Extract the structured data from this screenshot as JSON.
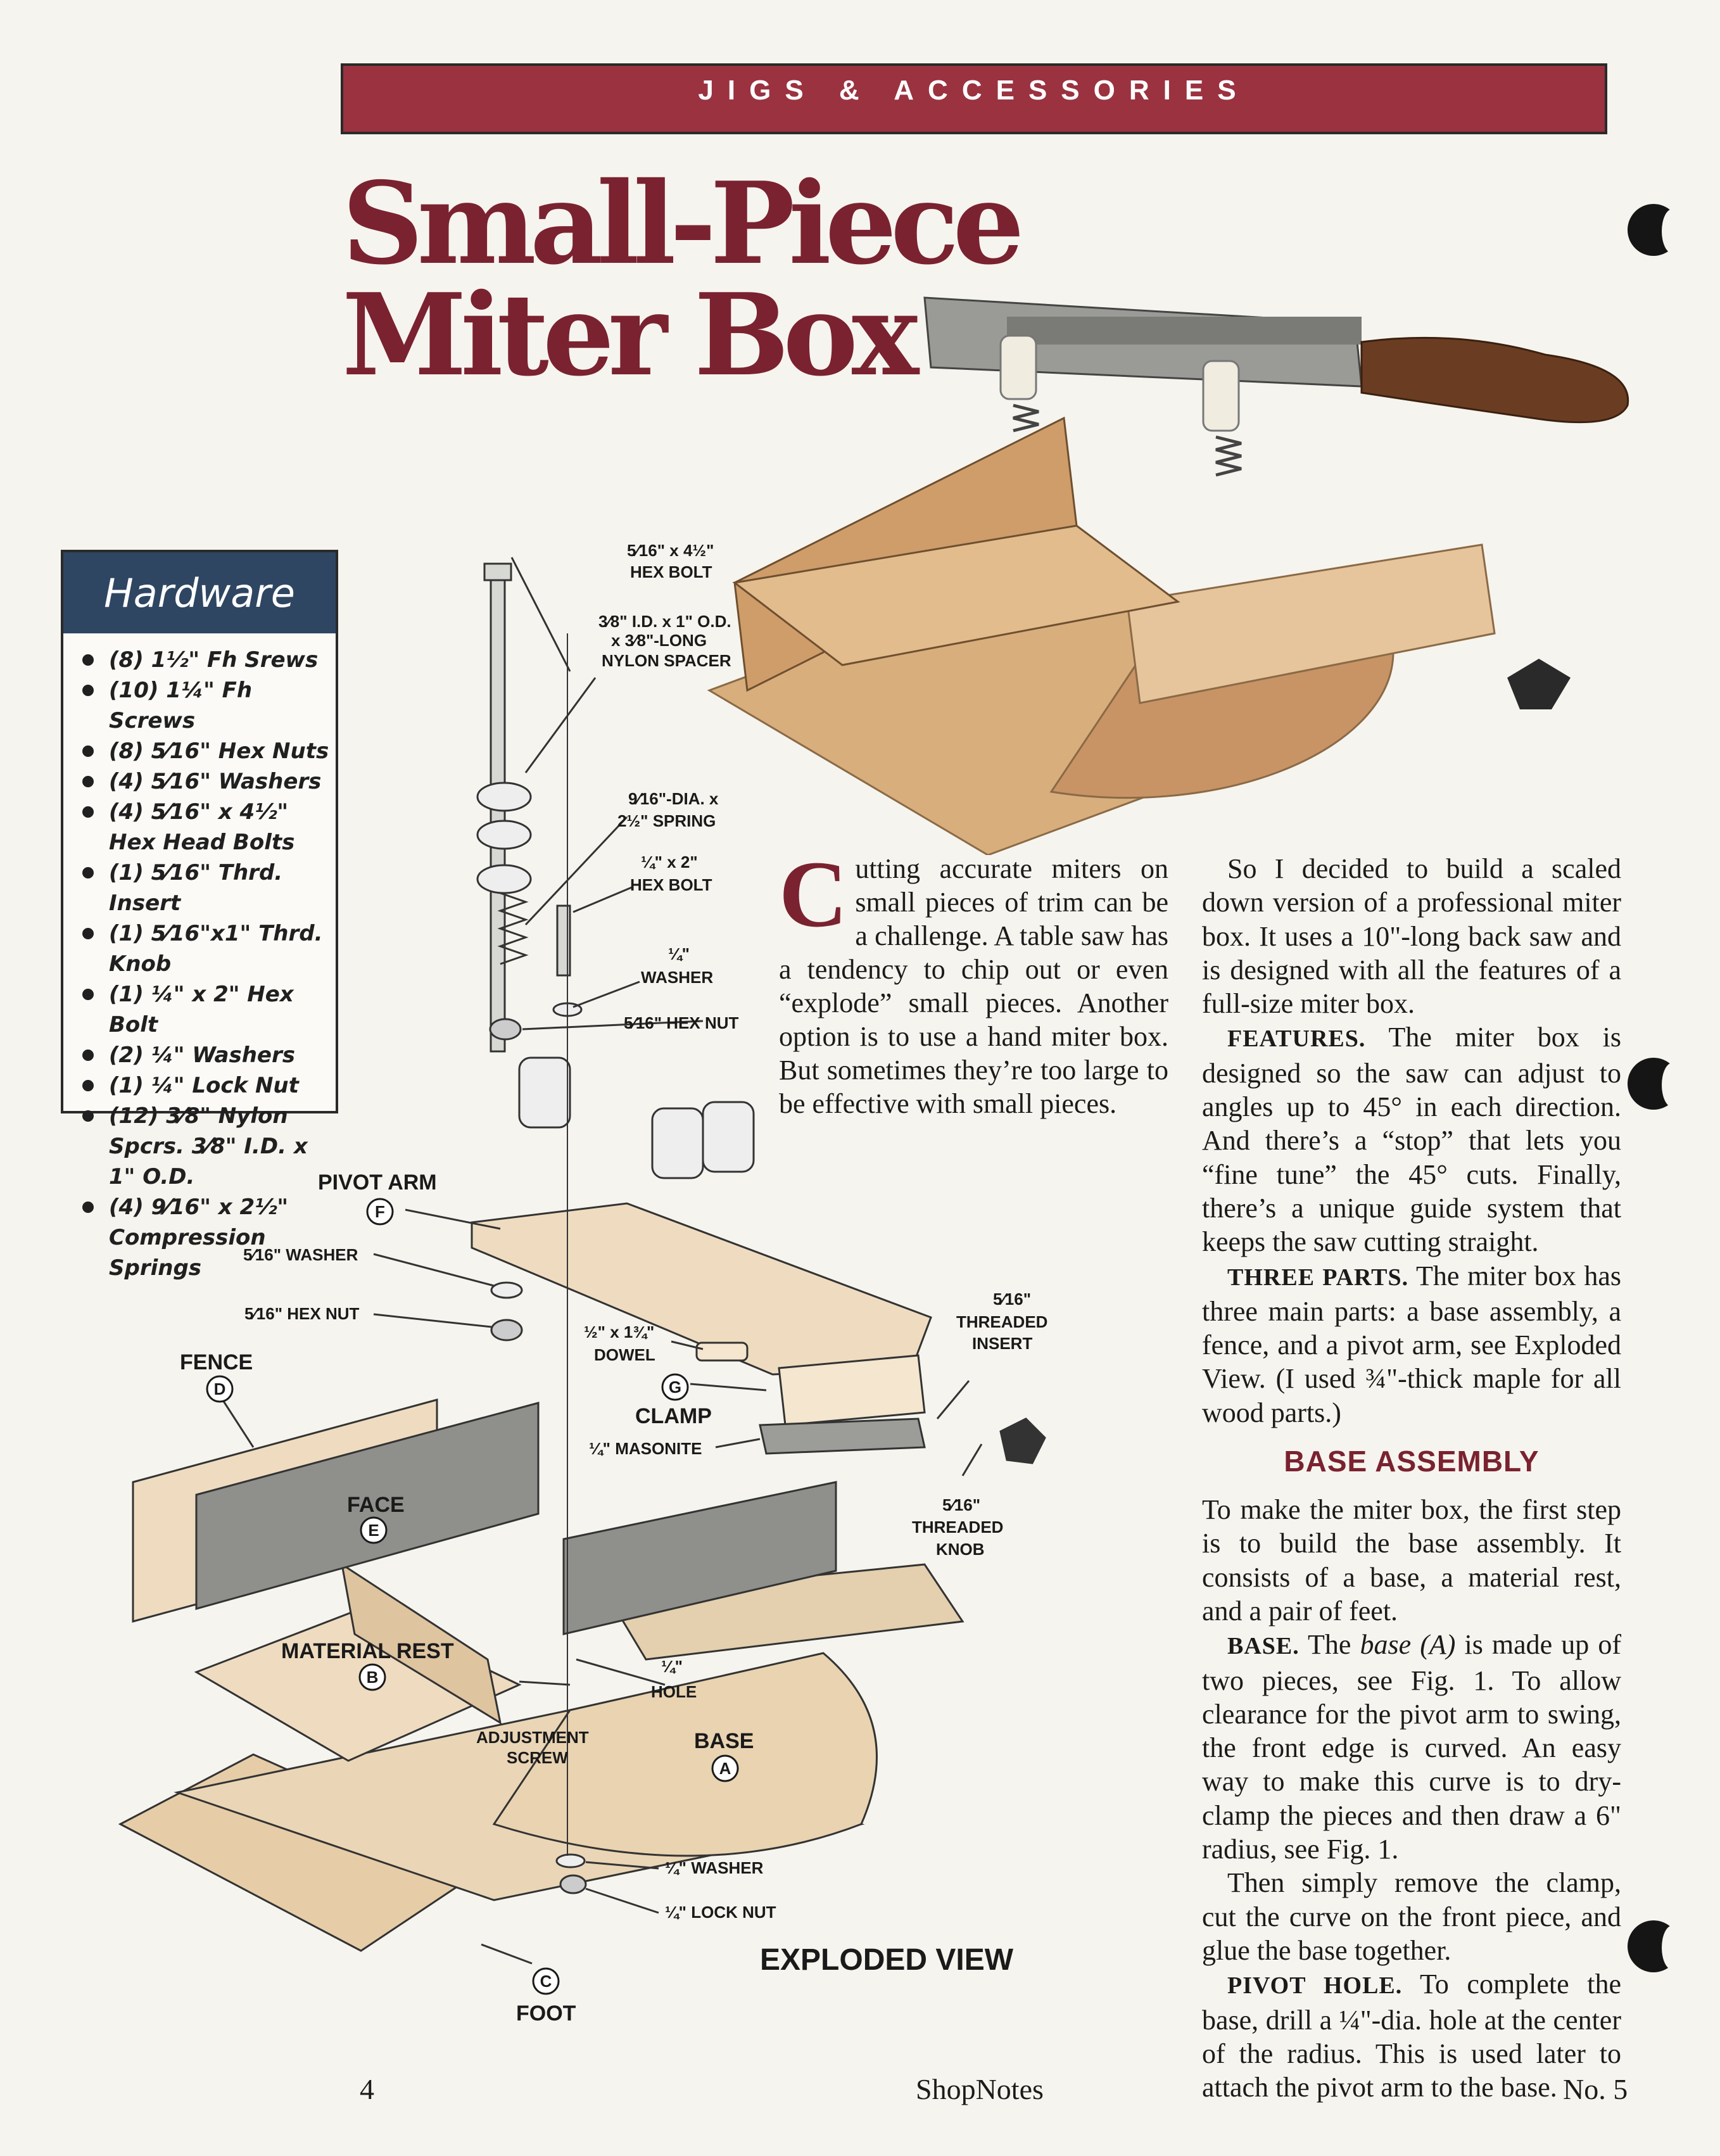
{
  "header": {
    "section": "JIGS & ACCESSORIES"
  },
  "title": {
    "line1": "Small-Piece",
    "line2": "Miter Box"
  },
  "hardware": {
    "heading": "Hardware",
    "items": [
      "(8) 1½\" Fh Srews",
      "(10) 1¼\" Fh Screws",
      "(8) 5⁄16\" Hex Nuts",
      "(4) 5⁄16\" Washers",
      "(4) 5⁄16\" x 4½\" Hex Head Bolts",
      "(1) 5⁄16\" Thrd. Insert",
      "(1) 5⁄16\"x1\" Thrd. Knob",
      "(1) ¼\" x 2\" Hex Bolt",
      "(2) ¼\" Washers",
      "(1) ¼\" Lock Nut",
      "(12) 3⁄8\" Nylon Spcrs. 3⁄8\" I.D. x 1\" O.D.",
      "(4) 9⁄16\" x 2½\" Compression Springs"
    ]
  },
  "diagram": {
    "caption": "EXPLODED VIEW",
    "labels": {
      "hex_bolt_a": "5⁄16\" x 4½\"",
      "hex_bolt_b": "HEX BOLT",
      "spacer_a": "3⁄8\" I.D. x 1\" O.D.",
      "spacer_b": "x 3⁄8\"-LONG",
      "spacer_c": "NYLON SPACER",
      "spring_a": "9⁄16\"-DIA. x",
      "spring_b": "2½\" SPRING",
      "small_bolt_a": "¼\" x 2\"",
      "small_bolt_b": "HEX BOLT",
      "washer_q_a": "¼\"",
      "washer_q_b": "WASHER",
      "hex_nut_right": "5⁄16\" HEX NUT",
      "pivot_arm": "PIVOT ARM",
      "pivot_arm_letter": "F",
      "washer_left": "5⁄16\" WASHER",
      "hex_nut_left": "5⁄16\" HEX NUT",
      "insert_a": "5⁄16\"",
      "insert_b": "THREADED",
      "insert_c": "INSERT",
      "dowel_a": "½\" x 1¾\"",
      "dowel_b": "DOWEL",
      "clamp": "CLAMP",
      "clamp_letter": "G",
      "masonite": "¼\" MASONITE",
      "knob_a": "5⁄16\"",
      "knob_b": "THREADED",
      "knob_c": "KNOB",
      "fence": "FENCE",
      "fence_letter": "D",
      "face": "FACE",
      "face_letter": "E",
      "material_rest": "MATERIAL REST",
      "material_rest_letter": "B",
      "hole_a": "¼\"",
      "hole_b": "HOLE",
      "adj_a": "ADJUSTMENT",
      "adj_b": "SCREW",
      "base": "BASE",
      "base_letter": "A",
      "washer_bottom": "¼\" WASHER",
      "lock_nut": "¼\" LOCK NUT",
      "foot": "FOOT",
      "foot_letter": "C"
    }
  },
  "article": {
    "drop_cap": "C",
    "p1": "utting accurate miters on small pieces of trim can be a challenge. A table saw has a tendency to chip out or even “explode” small pieces. Another option is to use a hand miter box. But sometimes they’re too large to be effective with small pieces.",
    "p2": "So I decided to build a scaled down version of a professional miter box. It uses a 10\"-long back saw and is designed with all the features of a full-size miter box.",
    "features_lead": "FEATURES.",
    "features": " The miter box is designed so the saw can adjust to angles up to 45° in each direction. And there’s a “stop” that lets you “fine tune” the 45° cuts. Finally, there’s a unique guide system that keeps the saw cutting straight.",
    "three_lead": "THREE PARTS.",
    "three": " The miter box has three main parts: a base assembly, a fence, and a pivot arm, see Exploded View. (I used ¾\"-thick maple for all wood parts.)",
    "subhead": "BASE ASSEMBLY",
    "p5": "To make the miter box, the first step is to build the base assembly. It consists of a base, a material rest, and a pair of feet.",
    "base_lead": "BASE.",
    "base_a": " The ",
    "base_italic": "base (A)",
    "base_b": " is made up of two pieces, see Fig. 1. To allow clearance for the pivot arm to swing, the front edge is curved. An easy way to make this curve is to dry-clamp the pieces and then draw a 6\" radius, see Fig. 1.",
    "p7": "Then simply remove the clamp, cut the curve on the front piece, and glue the base together.",
    "pivot_lead": "PIVOT HOLE.",
    "pivot": " To complete the base, drill a ¼\"-dia. hole at the center of the radius. This is used later to attach the pivot arm to the base."
  },
  "footer": {
    "page_number": "4",
    "magazine": "ShopNotes",
    "issue": "No. 5"
  },
  "colors": {
    "accent": "#9b3240",
    "title": "#7a2230",
    "hardware_header": "#2f4662",
    "wood": "#dcb88a"
  }
}
